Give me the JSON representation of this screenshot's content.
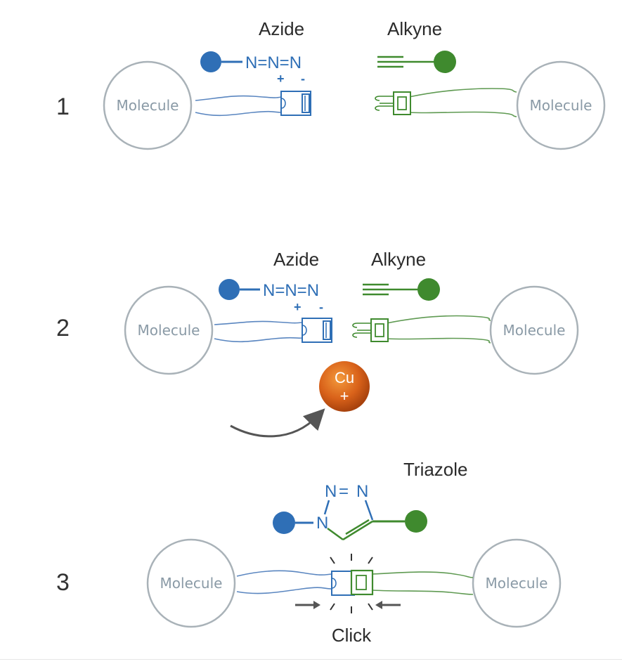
{
  "steps": [
    {
      "number": "1",
      "azide_label": "Azide",
      "alkyne_label": "Alkyne",
      "azide_formula": "N=N=N",
      "charge_plus": "+",
      "charge_minus": "-",
      "left_molecule": "Molecule",
      "right_molecule": "Molecule"
    },
    {
      "number": "2",
      "azide_label": "Azide",
      "alkyne_label": "Alkyne",
      "azide_formula": "N=N=N",
      "charge_plus": "+",
      "charge_minus": "-",
      "left_molecule": "Molecule",
      "right_molecule": "Molecule",
      "catalyst_symbol": "Cu",
      "catalyst_charge": "+"
    },
    {
      "number": "3",
      "product_label": "Triazole",
      "ring_atom_1": "N",
      "ring_atom_2": "N",
      "ring_atom_3": "N",
      "ring_bond": "=",
      "left_molecule": "Molecule",
      "right_molecule": "Molecule",
      "action_label": "Click"
    }
  ],
  "colors": {
    "azide_blue": "#2f6fb6",
    "alkyne_green": "#3f8a2e",
    "copper_orange": "#d9621a",
    "molecule_gray": "#a9b2b8"
  },
  "icons": [
    "azide-ball-icon",
    "alkyne-ball-icon",
    "buckle-female-icon",
    "buckle-male-icon",
    "copper-ion-icon",
    "curved-arrow-icon",
    "push-arrow-icon",
    "spark-burst-icon"
  ]
}
